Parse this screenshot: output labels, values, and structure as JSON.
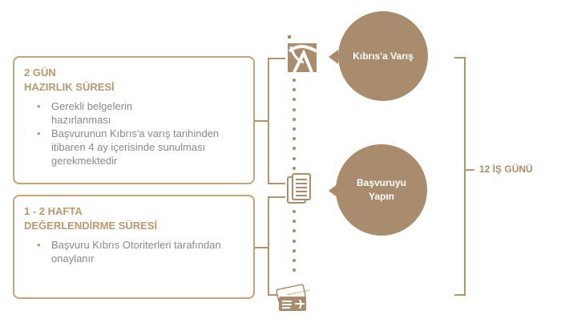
{
  "phases": [
    {
      "duration": "2 GÜN",
      "title": "HAZIRLIK SÜRESİ",
      "items": [
        "Gerekli belgelerin hazırlanması",
        "Başvurunun Kıbrıs'a varış tarihinden itibaren 4 ay içerisinde sunulması gerekmektedir"
      ]
    },
    {
      "duration": "1 - 2 HAFTA",
      "title": "DEĞERLENDİRME SÜRESİ",
      "items": [
        "Başvuru Kıbrıs Otoriterleri tarafından onaylanır"
      ]
    }
  ],
  "steps": [
    {
      "label": "Kıbrıs'a Varış"
    },
    {
      "label": "Başvuruyu Yapın"
    }
  ],
  "icon_labels": {
    "card": "Residence Card"
  },
  "total": "12 İŞ GÜNÜ",
  "colors": {
    "accent": "#a98c6d",
    "border": "#c4a37f"
  }
}
